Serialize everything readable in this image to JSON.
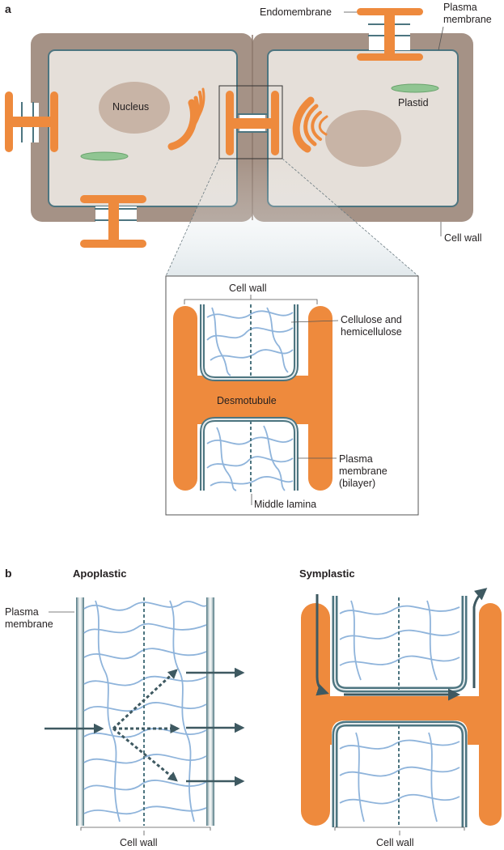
{
  "panel_a": {
    "letter": "a",
    "labels": {
      "endomembrane": "Endomembrane",
      "plasma_membrane_line1": "Plasma",
      "plasma_membrane_line2": "membrane",
      "nucleus": "Nucleus",
      "plastid": "Plastid",
      "cell_wall": "Cell wall"
    },
    "inset": {
      "cell_wall": "Cell wall",
      "cellulose_line1": "Cellulose and",
      "cellulose_line2": "hemicellulose",
      "desmotubule": "Desmotubule",
      "pm_line1": "Plasma",
      "pm_line2": "membrane",
      "pm_line3": "(bilayer)",
      "middle_lamina": "Middle lamina"
    }
  },
  "panel_b": {
    "letter": "b",
    "apoplastic": {
      "title": "Apoplastic",
      "pm_line1": "Plasma",
      "pm_line2": "membrane",
      "cell_wall": "Cell wall"
    },
    "symplastic": {
      "title": "Symplastic",
      "cell_wall": "Cell wall"
    }
  },
  "colors": {
    "cell_wall": "#a59286",
    "cytoplasm": "#e5dfd9",
    "membrane": "#4d7580",
    "endomembrane": "#ee8a3d",
    "nucleus": "#c8b4a6",
    "plastid": "#90c592",
    "fibres": "#8fb4db",
    "arrows": "#3e5961"
  }
}
